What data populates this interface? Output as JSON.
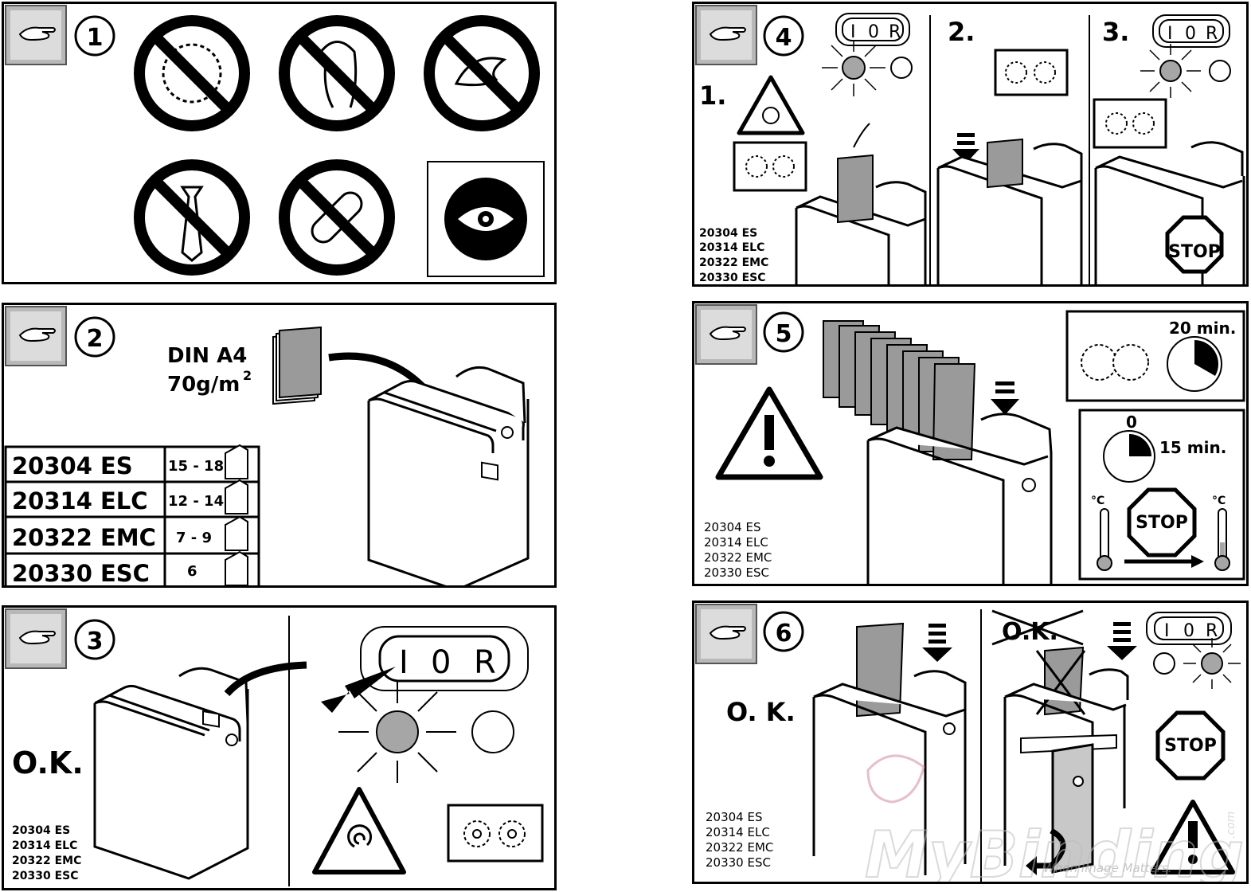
{
  "steps": [
    "1",
    "2",
    "3",
    "4",
    "5",
    "6"
  ],
  "paper": {
    "size": "DIN A4",
    "weight": "70g/m",
    "exp": "2"
  },
  "capacity_table": [
    {
      "model": "20304 ES",
      "sheets": "15 - 18"
    },
    {
      "model": "20314 ELC",
      "sheets": "12 - 14"
    },
    {
      "model": "20322 EMC",
      "sheets": "7 - 9"
    },
    {
      "model": "20330 ESC",
      "sheets": "6"
    }
  ],
  "models": [
    "20304 ES",
    "20314 ELC",
    "20322 EMC",
    "20330 ESC"
  ],
  "ok": "O.K.",
  "ok_spaced": "O. K.",
  "switch": {
    "i": "I",
    "o": "0",
    "r": "R"
  },
  "sub_steps": [
    "1.",
    "2.",
    "3."
  ],
  "stop": "STOP",
  "timer": {
    "run": "20 min.",
    "zero": "0",
    "cool": "15 min.",
    "deg": "°C"
  },
  "watermark": {
    "brand": "MyBinding",
    ".com": ".com",
    "tag": "When Image Matters."
  }
}
